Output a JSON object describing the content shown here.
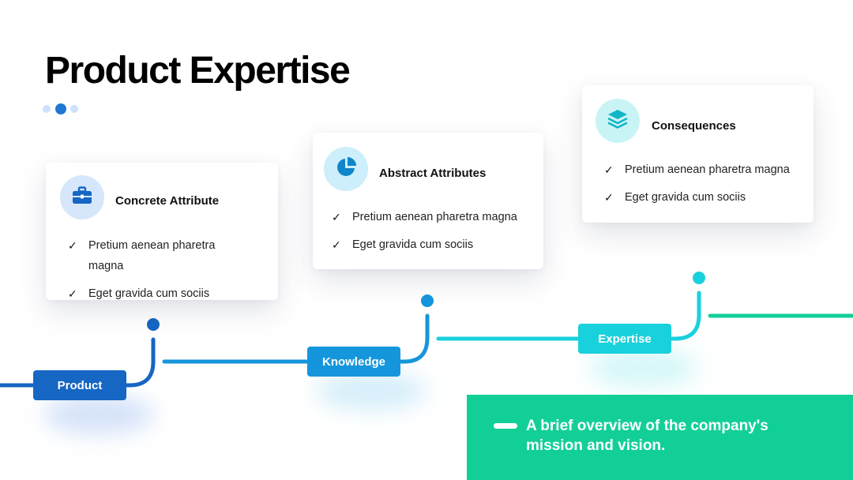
{
  "slide": {
    "title": "Product Expertise"
  },
  "cards": [
    {
      "heading": "Concrete Attribute",
      "icon": "briefcase-icon",
      "items": [
        "Pretium aenean pharetra magna",
        "Eget gravida cum sociis"
      ]
    },
    {
      "heading": "Abstract Attributes",
      "icon": "pie-chart-icon",
      "items": [
        "Pretium aenean pharetra magna",
        "Eget gravida cum sociis"
      ]
    },
    {
      "heading": "Consequences",
      "icon": "layers-icon",
      "items": [
        "Pretium aenean pharetra magna",
        "Eget gravida cum sociis"
      ]
    }
  ],
  "timeline": {
    "steps": [
      "Product",
      "Knowledge",
      "Expertise"
    ]
  },
  "banner": {
    "text": "A brief overview of the company's mission and vision."
  },
  "colors": {
    "step1": "#1666c4",
    "step2": "#1596dc",
    "step3": "#19d1dc",
    "banner": "#12cf98",
    "icon_bg_1": "#d6e7fb",
    "icon_bg_2": "#cdeefb",
    "icon_bg_3": "#c9f4f6"
  }
}
